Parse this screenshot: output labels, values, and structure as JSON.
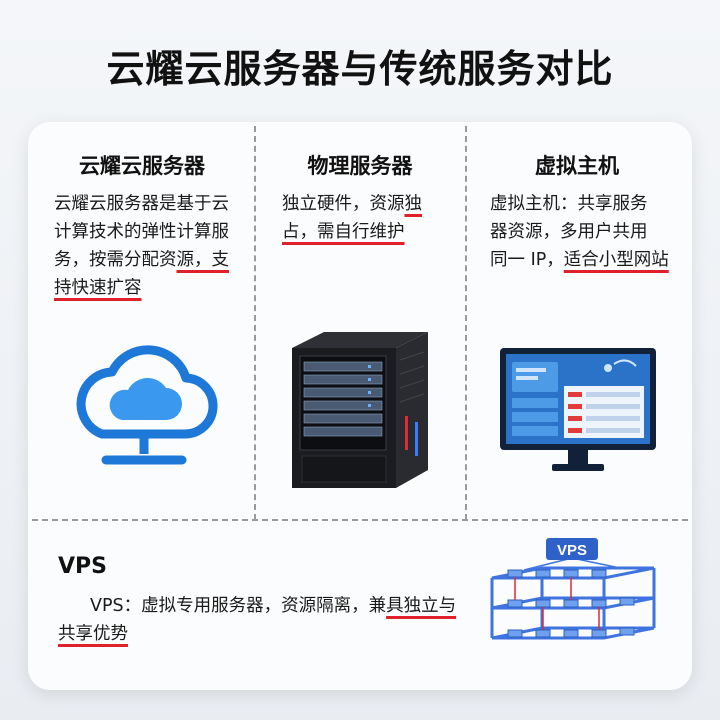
{
  "title": "云耀云服务器与传统服务对比",
  "columns": [
    {
      "heading": "云耀云服务器",
      "desc_plain": "云耀云服务器是基于云计算技术的弹性计算服务，按需分配资",
      "desc_underline": "源，支持快速扩容",
      "icon": "cloud-monitor-icon"
    },
    {
      "heading": "物理服务器",
      "desc_plain": "独立硬件，资源",
      "desc_underline": "独占，需自行维护",
      "icon": "server-tower-icon"
    },
    {
      "heading": "虚拟主机",
      "desc_plain": "虚拟主机：共享服务 器资源，多用户共用 同一 IP，",
      "desc_underline": "适合小型网站",
      "icon": "dashboard-monitor-icon"
    }
  ],
  "vps": {
    "heading": "VPS",
    "desc_plain": "VPS：虚拟专用服务器，资源隔离，兼",
    "desc_underline": "具独立与共享优势",
    "badge": "VPS",
    "icon": "vps-network-icon"
  },
  "colors": {
    "accent_blue": "#1e78d8",
    "underline_red": "#e0202a"
  }
}
